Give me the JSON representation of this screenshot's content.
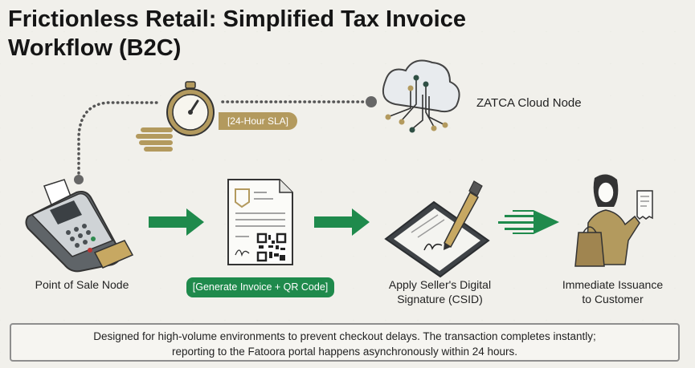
{
  "title": {
    "line1": "Frictionless Retail: Simplified Tax Invoice",
    "line2": "Workflow (B2C)"
  },
  "sla_badge": "[24-Hour SLA]",
  "cloud_label": "ZATCA Cloud Node",
  "steps": [
    {
      "label": "Point of Sale Node"
    },
    {
      "label": "[Generate Invoice + QR Code]"
    },
    {
      "label_line1": "Apply Seller's Digital",
      "label_line2": "Signature (CSID)"
    },
    {
      "label_line1": "Immediate Issuance",
      "label_line2": "to Customer"
    }
  ],
  "note": {
    "line1": "Designed for high-volume environments to prevent checkout delays. The transaction completes instantly;",
    "line2": "reporting to the Fatoora portal happens asynchronously within 24 hours."
  },
  "colors": {
    "green": "#1f8a4c",
    "gold": "#b39a5e",
    "dark": "#3a3d40"
  }
}
